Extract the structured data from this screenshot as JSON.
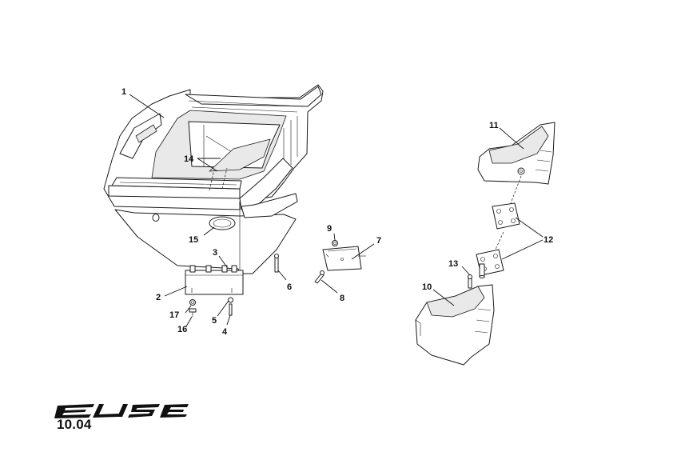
{
  "brand": {
    "logo_text": "ELISE"
  },
  "page": {
    "section_code": "10.04"
  },
  "callouts": [
    {
      "id": "c1",
      "label": "1"
    },
    {
      "id": "c2",
      "label": "2"
    },
    {
      "id": "c3",
      "label": "3"
    },
    {
      "id": "c4",
      "label": "4"
    },
    {
      "id": "c5",
      "label": "5"
    },
    {
      "id": "c6",
      "label": "6"
    },
    {
      "id": "c7",
      "label": "7"
    },
    {
      "id": "c8",
      "label": "8"
    },
    {
      "id": "c9",
      "label": "9"
    },
    {
      "id": "c10",
      "label": "10"
    },
    {
      "id": "c11",
      "label": "11"
    },
    {
      "id": "c12",
      "label": "12"
    },
    {
      "id": "c13",
      "label": "13"
    },
    {
      "id": "c14",
      "label": "14"
    },
    {
      "id": "c15",
      "label": "15"
    },
    {
      "id": "c16",
      "label": "16"
    },
    {
      "id": "c17",
      "label": "17"
    }
  ]
}
